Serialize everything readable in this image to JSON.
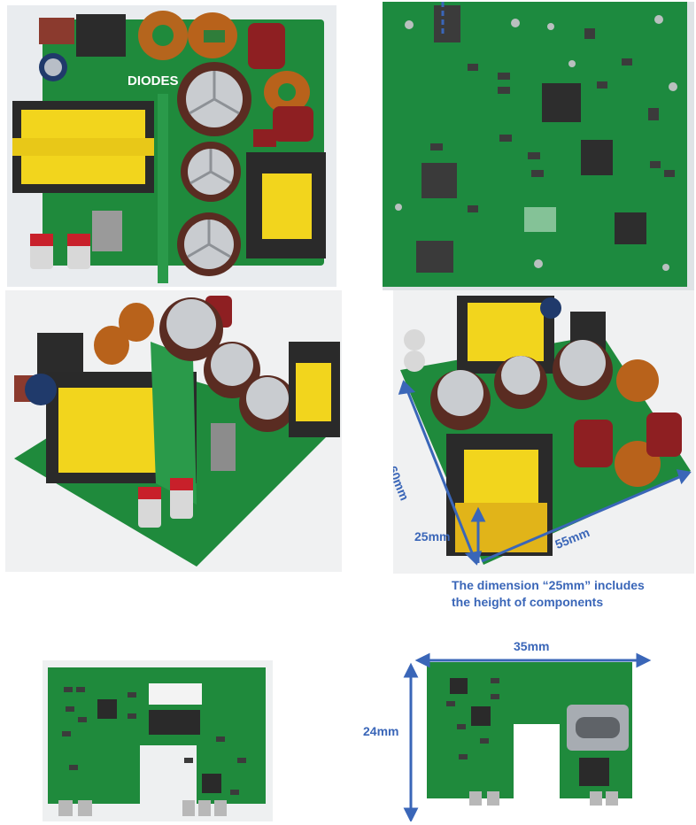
{
  "photos": {
    "top_left": {
      "brand_text": "DIODES"
    },
    "top_right": {},
    "middle_left": {},
    "middle_right": {},
    "bottom_left": {},
    "bottom_right": {}
  },
  "dimensions": {
    "d60": "60mm",
    "d25": "25mm",
    "d55": "55mm",
    "d35": "35mm",
    "d24": "24mm"
  },
  "note": {
    "line1": "The dimension “25mm” includes",
    "line2": "the height of components"
  },
  "colors": {
    "annotation_blue": "#3a66b8",
    "pcb_green": "#1f8a3c",
    "transformer_yellow": "#f2d51d"
  }
}
